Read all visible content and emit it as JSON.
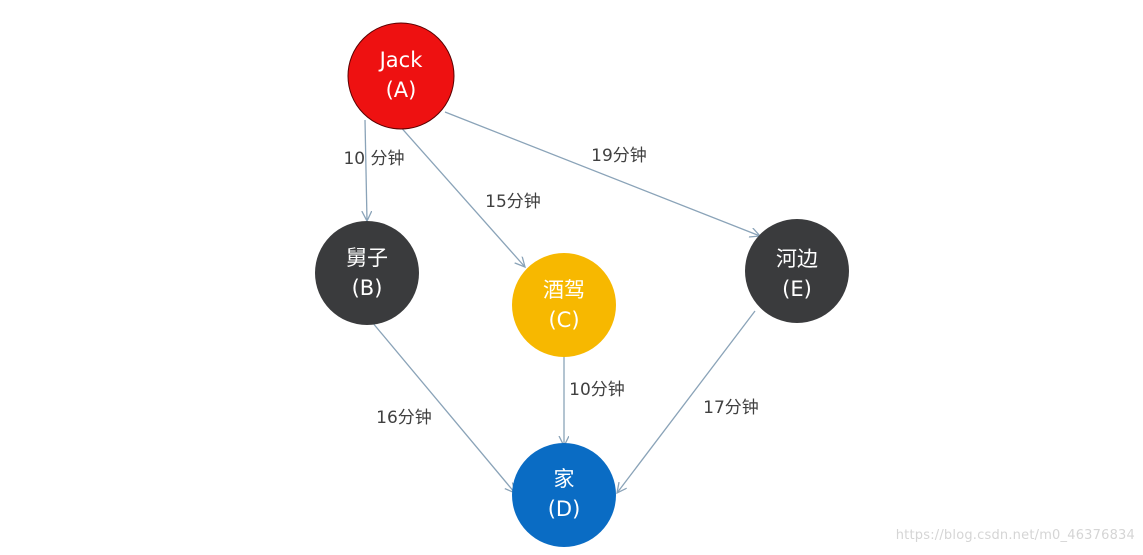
{
  "nodes": {
    "a": {
      "name": "Jack",
      "code": "(A)",
      "color": "#ee1111"
    },
    "b": {
      "name": "舅子",
      "code": "(B)",
      "color": "#3a3b3d"
    },
    "c": {
      "name": "酒驾",
      "code": "(C)",
      "color": "#f7b800"
    },
    "d": {
      "name": "家",
      "code": "(D)",
      "color": "#0a6cc4"
    },
    "e": {
      "name": "河边",
      "code": "(E)",
      "color": "#3a3b3d"
    }
  },
  "edges": {
    "a_b": {
      "from": "A",
      "to": "B",
      "label": "10 分钟"
    },
    "a_c": {
      "from": "A",
      "to": "C",
      "label": "15分钟"
    },
    "a_e": {
      "from": "A",
      "to": "E",
      "label": "19分钟"
    },
    "b_d": {
      "from": "B",
      "to": "D",
      "label": "16分钟"
    },
    "c_d": {
      "from": "C",
      "to": "D",
      "label": "10分钟"
    },
    "e_d": {
      "from": "E",
      "to": "D",
      "label": "17分钟"
    }
  },
  "colors": {
    "edge": "#8aa3b8",
    "edge_label": "#404040",
    "background": "#ffffff"
  },
  "watermark": "https://blog.csdn.net/m0_46376834"
}
